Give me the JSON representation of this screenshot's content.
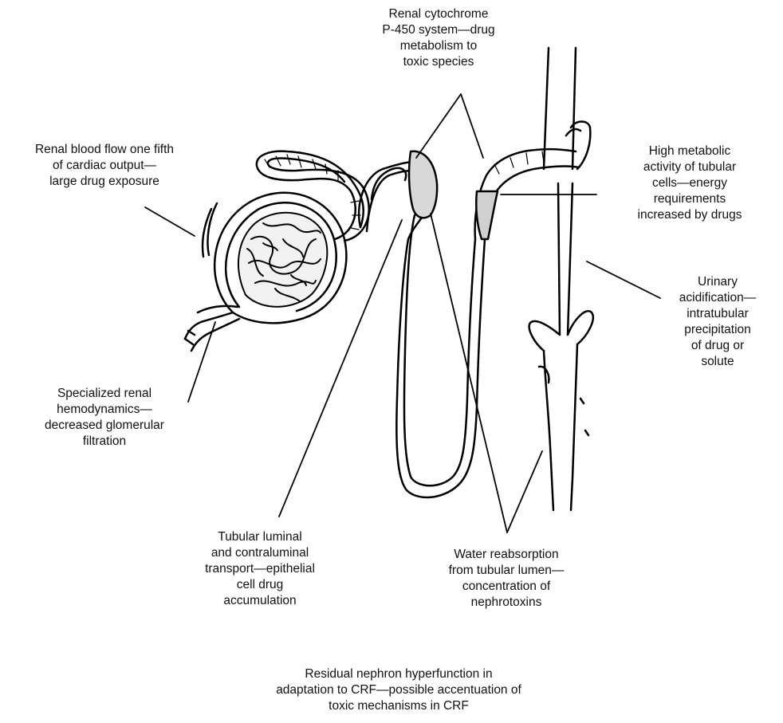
{
  "labels": {
    "cytochrome": [
      "Renal cytochrome",
      "P-450 system—drug",
      "metabolism to",
      "toxic species"
    ],
    "blood_flow": [
      "Renal blood flow one fifth",
      "of cardiac output—",
      "large drug exposure"
    ],
    "metabolic": [
      "High metabolic",
      "activity of tubular",
      "cells—energy",
      "requirements",
      "increased by drugs"
    ],
    "acidification": [
      "Urinary",
      "acidification—",
      "intratubular",
      "precipitation",
      "of drug or",
      "solute"
    ],
    "hemodynamics": [
      "Specialized renal",
      "hemodynamics—",
      "decreased glomerular",
      "filtration"
    ],
    "transport": [
      "Tubular luminal",
      "and contraluminal",
      "transport—epithelial",
      "cell drug",
      "accumulation"
    ],
    "water": [
      "Water reabsorption",
      "from tubular lumen—",
      "concentration of",
      "nephrotoxins"
    ],
    "residual": [
      "Residual nephron hyperfunction in",
      "adaptation to CRF—possible accentuation of",
      "toxic mechanisms in CRF"
    ]
  }
}
